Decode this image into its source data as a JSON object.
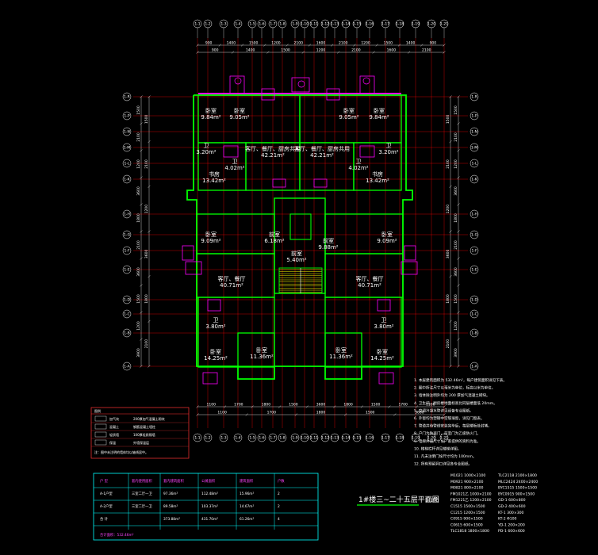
{
  "drawing": {
    "title": "1#楼三~二十五层平面图",
    "scale": "1:100",
    "colors": {
      "background": "#000000",
      "grid": "#ff0000",
      "wall": "#00ff00",
      "dimension": "#ffffff",
      "fixture": "#ff00ff",
      "table": "#00ffff",
      "accent": "#ffff00"
    }
  },
  "top_axes": [
    "1-1",
    "1-2",
    "1-3",
    "1-4",
    "1-5",
    "1-6",
    "1-7",
    "1-8",
    "1-9",
    "1-10",
    "1-11",
    "1-12",
    "1-13",
    "1-14",
    "1-15",
    "1-16",
    "1-17",
    "1-18",
    "1-19",
    "1-20",
    "1-21"
  ],
  "left_axes": [
    "1-R",
    "1-P",
    "1-N",
    "1-M",
    "1-L",
    "1-K",
    "1-H",
    "1-G",
    "1-F",
    "1-E",
    "1-D",
    "1-C",
    "1-B",
    "1-A"
  ],
  "top_dims": [
    "900",
    "1400",
    "1500",
    "1200",
    "2100",
    "1600",
    "2100",
    "1200",
    "1500",
    "1400",
    "900"
  ],
  "bottom_dims": [
    "1100",
    "1700",
    "1800",
    "1500",
    "3600",
    "1800",
    "1500",
    "1700",
    "1100"
  ],
  "side_dims": [
    "1500",
    "2100",
    "1200",
    "3600",
    "1800",
    "2100",
    "3600",
    "1500",
    "1200",
    "3900"
  ],
  "rooms": [
    {
      "name": "卧室",
      "area": "9.84m²"
    },
    {
      "name": "卧室",
      "area": "9.05m²"
    },
    {
      "name": "卧室",
      "area": "9.05m²"
    },
    {
      "name": "卧室",
      "area": "9.84m²"
    },
    {
      "name": "客厅、餐厅、厨房共用",
      "area": "42.21m²"
    },
    {
      "name": "客厅、餐厅、厨房共用",
      "area": "42.21m²"
    },
    {
      "name": "卫",
      "area": "3.20m²"
    },
    {
      "name": "卫",
      "area": "4.02m²"
    },
    {
      "name": "卫",
      "area": "4.02m²"
    },
    {
      "name": "卫",
      "area": "3.20m²"
    },
    {
      "name": "书房",
      "area": "13.42m²"
    },
    {
      "name": "书房",
      "area": "13.42m²"
    },
    {
      "name": "卧室",
      "area": "9.09m²"
    },
    {
      "name": "卧室",
      "area": "9.09m²"
    },
    {
      "name": "前室",
      "area": "6.18m²"
    },
    {
      "name": "前室",
      "area": "9.88m²"
    },
    {
      "name": "前室",
      "area": "5.40m²"
    },
    {
      "name": "客厅、餐厅",
      "area": "40.71m²"
    },
    {
      "name": "客厅、餐厅",
      "area": "40.71m²"
    },
    {
      "name": "卫",
      "area": "3.80m²"
    },
    {
      "name": "卫",
      "area": "3.80m²"
    },
    {
      "name": "卧室",
      "area": "14.25m²"
    },
    {
      "name": "卧室",
      "area": "11.36m²"
    },
    {
      "name": "卧室",
      "area": "11.36m²"
    },
    {
      "name": "卧室",
      "area": "14.25m²"
    }
  ],
  "notes": [
    "1. 本层建筑面积为 532.46m²，每户建筑面积详见下表。",
    "2. 图中所注尺寸以毫米为单位，标高以米为单位。",
    "3. 墙体除注明外均为 200 厚加气混凝土砌块。",
    "4. 卫生间、厨房楼地面标高比同层楼面低 20mm。",
    "5. 空调冷凝水管详见设备专业图纸。",
    "6. 外窗均为塑钢中空玻璃窗，详见门窗表。",
    "7. 管道井待管线安装完毕后，每层楼板处封堵。",
    "8. 户门为防盗门，前室门为乙级防火门。",
    "9. 电梯井道尺寸以厂家提供的资料为准。",
    "10. 楼梯栏杆详见楼梯详图。",
    "11. 凡未注明门垛尺寸均为 100mm。",
    "12. 所有预留洞口详见各专业图纸。"
  ],
  "legend": {
    "title": "图例",
    "rows": [
      {
        "label": "加气块",
        "desc": "200厚加气混凝土砌块"
      },
      {
        "label": "混凝土",
        "desc": "钢筋混凝土墙柱"
      },
      {
        "label": "轻质墙",
        "desc": "100厚轻质隔墙"
      },
      {
        "label": "保温",
        "desc": "外墙保温层"
      }
    ],
    "footnote": "注：图中未注明的墙体均以轴线居中。"
  },
  "area_table": {
    "headers": [
      "户 型",
      "套内使用面积",
      "套内建筑面积",
      "公摊面积",
      "建筑面积",
      "户数"
    ],
    "rows": [
      [
        "A-1户型",
        "三室二厅一卫",
        "97.36m²",
        "112.48m²",
        "15.96m²",
        "2"
      ],
      [
        "A-2户型",
        "三室二厅一卫",
        "89.58m²",
        "103.37m²",
        "14.67m²",
        "2"
      ],
      [
        "合 计",
        "",
        "373.88m²",
        "431.70m²",
        "61.26m²",
        "4"
      ]
    ],
    "footer": "合计面积：532.46m²"
  },
  "right_schedule": [
    "M1021  1000×2100",
    "M0921  900×2100",
    "M0821  800×2100",
    "FM1021乙  1000×2100",
    "FM1221乙  1200×2100",
    "C1515  1500×1500",
    "C1215  1200×1500",
    "C0915  900×1500",
    "C0615  600×1500",
    "TLC1818  1800×1800",
    "TLC2118  2100×1800",
    "MLC2424  2400×2400",
    "BYC1515  1500×1500",
    "BYC0915  900×1500",
    "GD-1  600×800",
    "GD-2  400×600",
    "KT-1  300×300",
    "KT-2  Φ100",
    "YD-1  200×200",
    "PD-1  600×600"
  ]
}
